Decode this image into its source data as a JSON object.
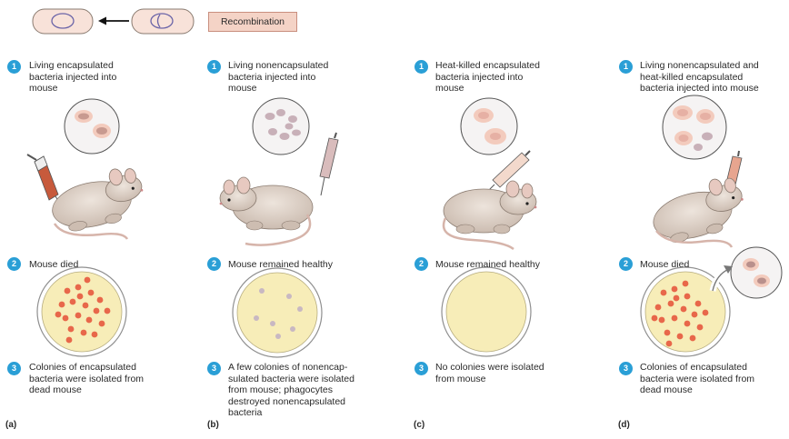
{
  "legend": {
    "recombination": "Recombination"
  },
  "panels": [
    {
      "label": "(a)",
      "step1": {
        "num": "1",
        "text": "Living encapsulated\nbacteria injected into\nmouse"
      },
      "step2": {
        "num": "2",
        "text": "Mouse died"
      },
      "step3": {
        "num": "3",
        "text": "Colonies of encapsulated\nbacteria were isolated from\ndead mouse"
      }
    },
    {
      "label": "(b)",
      "step1": {
        "num": "1",
        "text": "Living nonencapsulated\nbacteria injected into\nmouse"
      },
      "step2": {
        "num": "2",
        "text": "Mouse remained healthy"
      },
      "step3": {
        "num": "3",
        "text": "A few colonies of nonencap-\nsulated bacteria were isolated\nfrom mouse; phagocytes\ndestroyed nonencapsulated\nbacteria"
      }
    },
    {
      "label": "(c)",
      "step1": {
        "num": "1",
        "text": "Heat-killed encapsulated\nbacteria injected into\nmouse"
      },
      "step2": {
        "num": "2",
        "text": "Mouse remained healthy"
      },
      "step3": {
        "num": "3",
        "text": "No colonies were isolated\nfrom mouse"
      }
    },
    {
      "label": "(d)",
      "step1": {
        "num": "1",
        "text": "Living nonencapsulated and\nheat-killed encapsulated\nbacteria injected into mouse"
      },
      "step2": {
        "num": "2",
        "text": "Mouse died"
      },
      "step3": {
        "num": "3",
        "text": "Colonies of encapsulated\nbacteria were isolated from\ndead mouse"
      }
    }
  ],
  "colors": {
    "step_circle": "#2a9fd6",
    "mouse_fur": "#d9cdc4",
    "plate_agar": "#f7edb8",
    "colony_encapsulated": "#e8674a",
    "colony_nonencapsulated": "#c8b8c2",
    "recombination_box": "#f4d3c6"
  }
}
